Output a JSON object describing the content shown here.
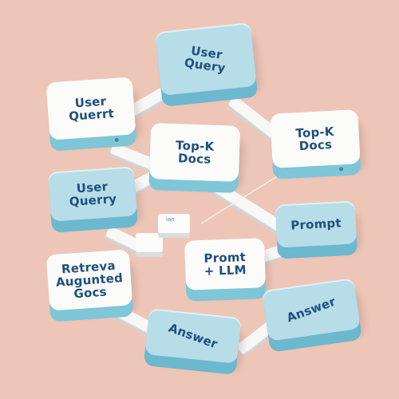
{
  "nodes": [
    {
      "id": "user-query-top",
      "text": "User\nQuery",
      "style": "blue"
    },
    {
      "id": "user-querrt",
      "text": "User\nQuerrt",
      "style": "white"
    },
    {
      "id": "top-k-docs-right",
      "text": "Top-K\nDocs",
      "style": "white"
    },
    {
      "id": "top-k-docs-center",
      "text": "Top-K\nDocs",
      "style": "white"
    },
    {
      "id": "user-querry",
      "text": "User\nQuerry",
      "style": "blue"
    },
    {
      "id": "prompt",
      "text": "Prompt",
      "style": "blue"
    },
    {
      "id": "promt-llm",
      "text": "Promt\n+ LLM",
      "style": "white"
    },
    {
      "id": "retrieva-augmented-docs",
      "text": "Retreva\nAugunted\nGocs",
      "style": "white"
    },
    {
      "id": "answer-left",
      "text": "Answer",
      "style": "blue"
    },
    {
      "id": "answer-right",
      "text": "Answer",
      "style": "blue"
    }
  ],
  "cube_label": "ian",
  "sparkle_glyph": "+",
  "colors": {
    "background": "#eec6b7",
    "block_blue": "#b6dde8",
    "block_white": "#fbfbfa",
    "block_side": "#6bb8cf",
    "text": "#1f4f7c"
  }
}
